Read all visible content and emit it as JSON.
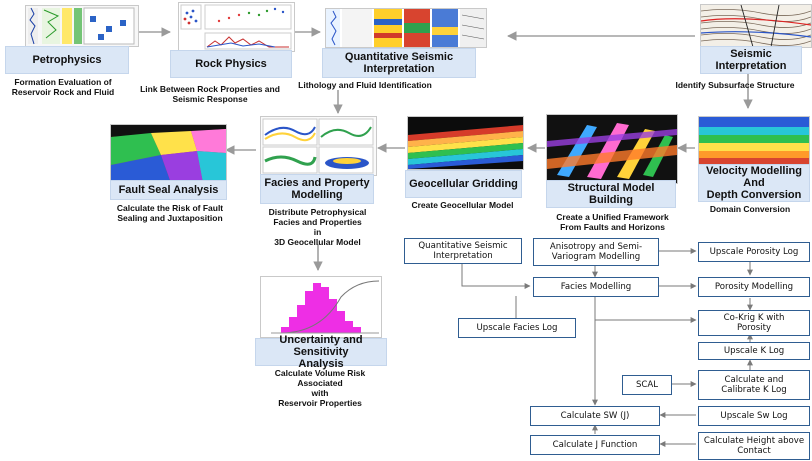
{
  "stages": {
    "petrophysics": {
      "title": "Petrophysics",
      "desc_1": "Formation Evaluation of",
      "desc_2": "Reservoir Rock and Fluid"
    },
    "rock_physics": {
      "title": "Rock Physics",
      "desc_1": "Link Between Rock Properties and",
      "desc_2": "Seismic Response"
    },
    "qsi": {
      "title_1": "Quantitative Seismic",
      "title_2": "Interpretation",
      "desc_1": "Lithology and Fluid Identification"
    },
    "seismic": {
      "title_1": "Seismic",
      "title_2": "Interpretation",
      "desc_1": "Identify Subsurface Structure"
    },
    "fault_seal": {
      "title": "Fault Seal Analysis",
      "desc_1": "Calculate the Risk of Fault",
      "desc_2": "Sealing and Juxtaposition"
    },
    "facies": {
      "title_1": "Facies and Property",
      "title_2": "Modelling",
      "desc_1": "Distribute Petrophysical",
      "desc_2": "Facies and Properties",
      "desc_3": "in",
      "desc_4": "3D Geocellular Model"
    },
    "geocellular": {
      "title": "Geocellular Gridding",
      "desc_1": "Create Geocellular Model"
    },
    "structural": {
      "title": "Structural Model Building",
      "desc_1": "Create a Unified Framework",
      "desc_2": "From Faults and Horizons"
    },
    "velocity": {
      "title_1": "Velocity Modelling",
      "title_2": "And",
      "title_3": "Depth Conversion",
      "desc_1": "Domain Conversion"
    },
    "uncertainty": {
      "title_1": "Uncertainty and Sensitivity",
      "title_2": "Analysis",
      "desc_1": "Calculate Volume Risk",
      "desc_2": "Associated",
      "desc_3": "with",
      "desc_4": "Reservoir Properties"
    }
  },
  "workflow": {
    "qsi_box": {
      "line_1": "Quantitative Seismic",
      "line_2": "Interpretation"
    },
    "aniso": {
      "line_1": "Anisotropy and Semi-",
      "line_2": "Variogram Modelling"
    },
    "upscale_porosity": "Upscale Porosity Log",
    "facies_modelling": "Facies Modelling",
    "porosity_modelling": "Porosity Modelling",
    "upscale_facies": "Upscale Facies Log",
    "cokrig": {
      "line_1": "Co-Krig K with",
      "line_2": "Porosity"
    },
    "upscale_k": "Upscale K Log",
    "scal": "SCAL",
    "calibrate_k": {
      "line_1": "Calculate and",
      "line_2": "Calibrate K Log"
    },
    "calculate_sw": "Calculate SW (J)",
    "upscale_sw": "Upscale Sw Log",
    "calculate_j": "Calculate J Function",
    "height": {
      "line_1": "Calculate Height above",
      "line_2": "Contact"
    }
  },
  "colors": {
    "stage_tag": "#dbe7f6",
    "box_border": "#2f5d91",
    "arrow_gray": "#a0a0a0"
  }
}
